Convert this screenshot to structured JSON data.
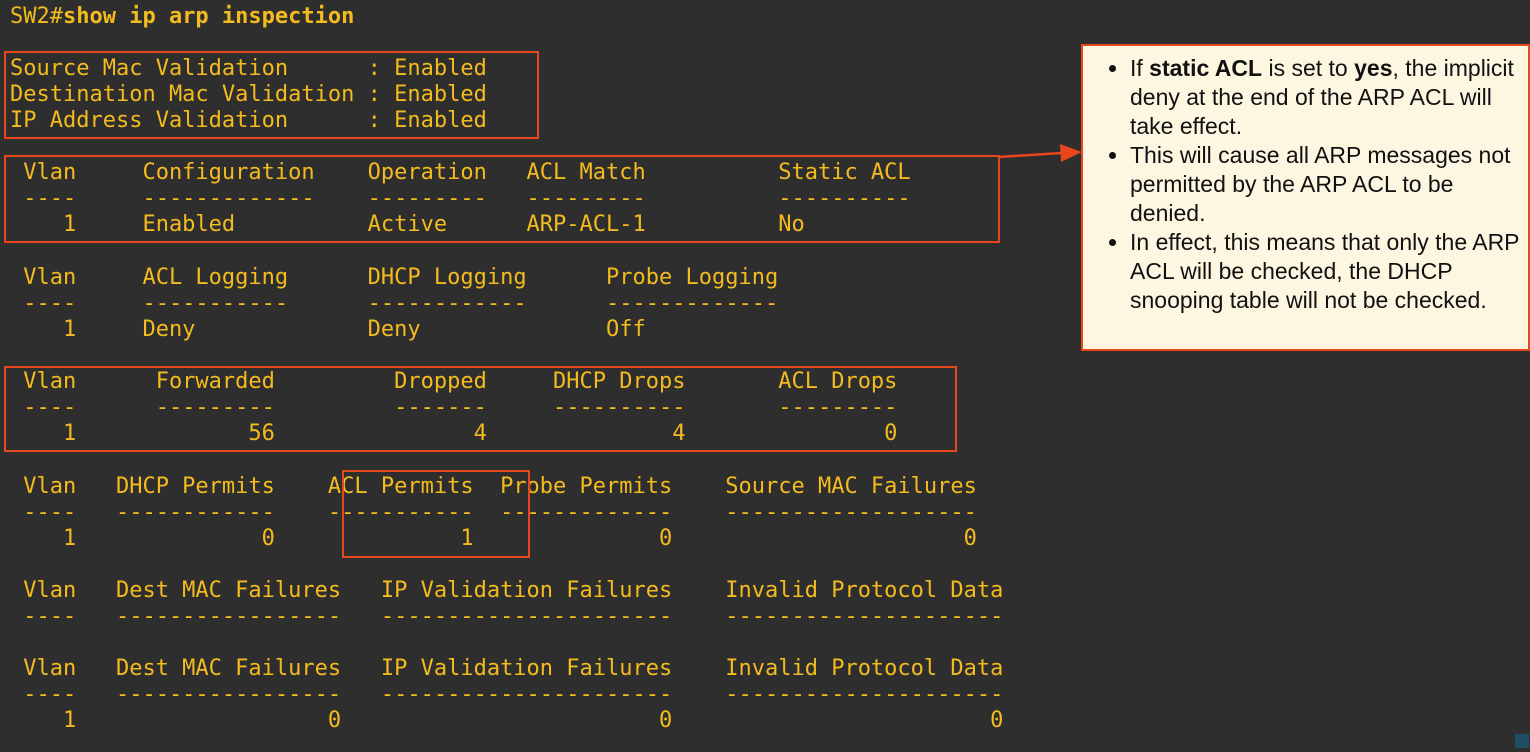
{
  "terminal": {
    "prompt": "SW2#",
    "command": "show ip arp inspection",
    "validation": [
      "Source Mac Validation      : Enabled",
      "Destination Mac Validation : Enabled",
      "IP Address Validation      : Enabled"
    ],
    "config": [
      " Vlan     Configuration    Operation   ACL Match          Static ACL",
      " ----     -------------    ---------   ---------          ----------",
      "    1     Enabled          Active      ARP-ACL-1          No"
    ],
    "logging": [
      " Vlan     ACL Logging      DHCP Logging      Probe Logging",
      " ----     -----------      ------------      -------------",
      "    1     Deny             Deny              Off"
    ],
    "drops": [
      " Vlan      Forwarded         Dropped     DHCP Drops       ACL Drops",
      " ----      ---------         -------     ----------       ---------",
      "    1             56               4              4               0"
    ],
    "permits": [
      " Vlan   DHCP Permits    ACL Permits  Probe Permits    Source MAC Failures",
      " ----   ------------    -----------  -------------    -------------------",
      "    1              0              1              0                      0"
    ],
    "failures1": [
      " Vlan   Dest MAC Failures   IP Validation Failures    Invalid Protocol Data",
      " ----   -----------------   ----------------------    ---------------------"
    ],
    "failures2": [
      " Vlan   Dest MAC Failures   IP Validation Failures    Invalid Protocol Data",
      " ----   -----------------   ----------------------    ---------------------",
      "    1                   0                        0                        0"
    ]
  },
  "note": {
    "bullet1": {
      "pre": "If ",
      "b1": "static ACL",
      "mid": " is set to ",
      "b2": "yes",
      "post": ", the implicit deny at the end of the ARP ACL will take effect."
    },
    "bullet2": "This will cause all ARP messages not permitted by the ARP ACL to be denied.",
    "bullet3": "In effect, this means that only the ARP ACL will be checked, the DHCP snooping table will not be checked."
  },
  "colors": {
    "background": "#2e2e2e",
    "terminal_text": "#f4bb1e",
    "highlight": "#e8461c",
    "note_background": "#fdf6e0"
  }
}
